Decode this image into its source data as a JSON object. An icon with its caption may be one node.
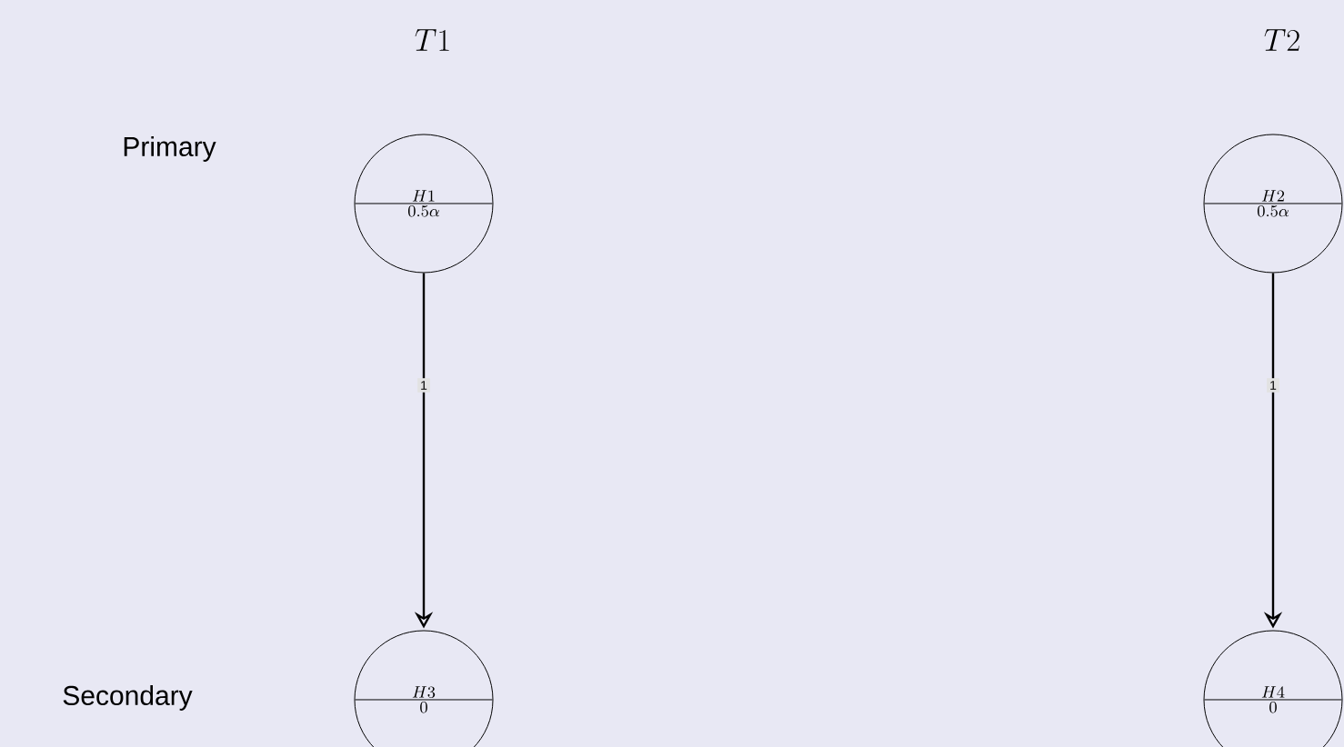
{
  "diagram": {
    "nodes": [
      {
        "text": [
          "H1",
          "0.5\\alpha"
        ]
      },
      {
        "text": [
          "H2",
          "0.5\\alpha"
        ]
      },
      {
        "text": [
          "H3",
          "0"
        ]
      },
      {
        "text": [
          "H4",
          "0"
        ]
      }
    ],
    "edges": [
      {
        "from": 0,
        "to": 2,
        "arrow": "to",
        "label": "1"
      },
      {
        "from": 1,
        "to": 3,
        "arrow": "to",
        "label": "1"
      }
    ],
    "labels": [
      "T1",
      "T2",
      "Primary",
      "Secondary"
    ]
  }
}
